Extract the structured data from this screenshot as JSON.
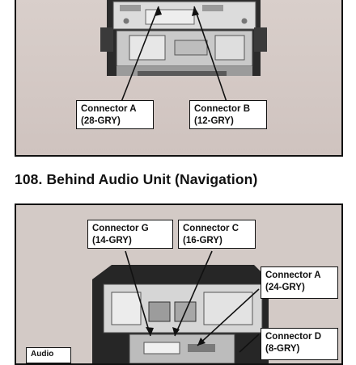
{
  "figure_top": {
    "connector_a": {
      "name": "Connector A",
      "spec": "(28-GRY)"
    },
    "connector_b": {
      "name": "Connector B",
      "spec": "(12-GRY)"
    }
  },
  "section": {
    "number": "108.",
    "title": "Behind Audio Unit (Navigation)"
  },
  "figure_bottom": {
    "connector_g": {
      "name": "Connector G",
      "spec": "(14-GRY)"
    },
    "connector_c": {
      "name": "Connector C",
      "spec": "(16-GRY)"
    },
    "connector_a": {
      "name": "Connector A",
      "spec": "(24-GRY)"
    },
    "connector_d": {
      "name": "Connector D",
      "spec": "(8-GRY)"
    },
    "audio_label": "Audio"
  }
}
